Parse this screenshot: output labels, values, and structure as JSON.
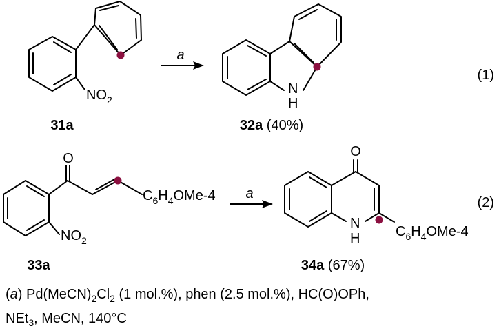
{
  "colors": {
    "reaction_site": "#8b1040",
    "ink": "#000000"
  },
  "equation1": {
    "reactant": {
      "label": "31a",
      "substituent": "NO",
      "substituent_sub": "2"
    },
    "arrow_label": "a",
    "product": {
      "label": "32a",
      "yield": "(40%)",
      "heteroatom": "N",
      "heteroatom_h": "H"
    },
    "number": "(1)"
  },
  "equation2": {
    "reactant": {
      "label": "33a",
      "carbonyl": "O",
      "substituent": "NO",
      "substituent_sub": "2",
      "aryl_parts": [
        "C",
        "6",
        "H",
        "4",
        "OMe-4"
      ]
    },
    "arrow_label": "a",
    "product": {
      "label": "34a",
      "yield": "(67%)",
      "carbonyl": "O",
      "heteroatom": "N",
      "heteroatom_h": "H",
      "aryl_parts": [
        "C",
        "6",
        "H",
        "4",
        "OMe-4"
      ]
    },
    "number": "(2)"
  },
  "footnote": {
    "key": "a",
    "pd": "Pd(MeCN)",
    "pd_sub": "2",
    "cl": "Cl",
    "cl_sub": "2",
    "rest1": " (1 mol.%), phen (2.5 mol.%), HC(O)OPh,",
    "net": "NEt",
    "net_sub": "3",
    "rest2": ", MeCN, 140°C"
  }
}
